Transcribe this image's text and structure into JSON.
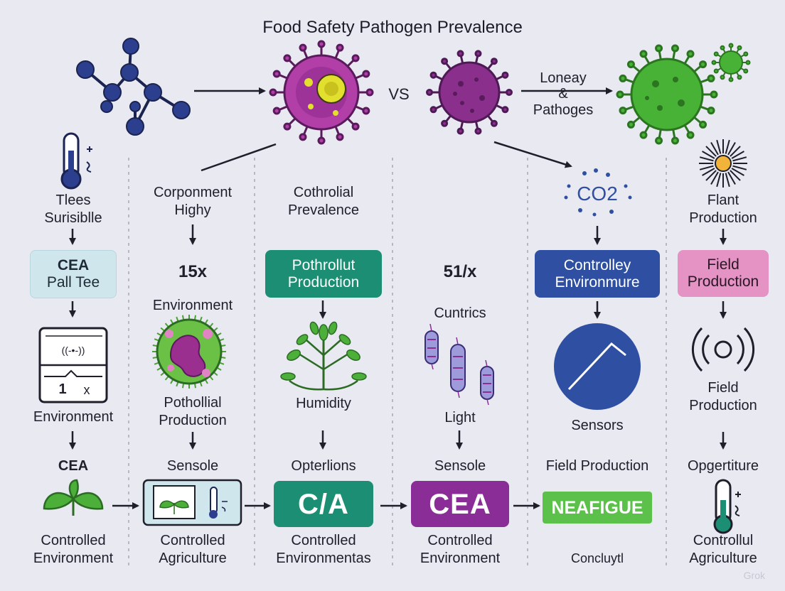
{
  "title": "Food Safety Pathogen Prevalence",
  "header": {
    "vs": "VS",
    "side_label_1": "Loneay",
    "side_label_2": "&",
    "side_label_3": "Pathoges"
  },
  "col1": {
    "top_1": "Tlees",
    "top_2": "Surisiblle",
    "box_1": "CEA",
    "box_2": "Pall Tee",
    "card_symbol": "((-•-))",
    "card_1": "1",
    "card_x": "x",
    "env": "Environment",
    "cea": "CEA",
    "bottom_1": "Controlled",
    "bottom_2": "Environment"
  },
  "col2": {
    "top_1": "Corponment",
    "top_2": "Highy",
    "mult": "15x",
    "env": "Environment",
    "mid_1": "Pothollial",
    "mid_2": "Production",
    "sensole": "Sensole",
    "bottom_1": "Controlled",
    "bottom_2": "Agriculture"
  },
  "col3": {
    "top_1": "Cothrolial",
    "top_2": "Prevalence",
    "box_1": "Pothrollut",
    "box_2": "Production",
    "humidity": "Humidity",
    "options": "Opterlions",
    "big_box": "C/A",
    "bottom_1": "Controlled",
    "bottom_2": "Environmentas"
  },
  "col4": {
    "mult": "51/x",
    "cuntrics": "Cuntrics",
    "light": "Light",
    "sensole": "Sensole",
    "big_box": "CEA",
    "bottom_1": "Controlled",
    "bottom_2": "Environment"
  },
  "col5": {
    "co2": "CO2",
    "box_1": "Controlley",
    "box_2": "Environmure",
    "sensors": "Sensors",
    "field_production": "Field Production",
    "badge": "NEAFIGUE",
    "bottom": "Concluytl"
  },
  "col6": {
    "top_1": "Flant",
    "top_2": "Production",
    "box_1": "Field",
    "box_2": "Production",
    "mid_1": "Field",
    "mid_2": "Production",
    "opg": "Opgertiture",
    "bottom_1": "Controllul",
    "bottom_2": "Agriculture"
  },
  "watermark": "Grok",
  "colors": {
    "background": "#e8e9f1",
    "navy": "#2c3f8f",
    "teal": "#1c8e74",
    "blue": "#2f4fa2",
    "purple": "#8a2d96",
    "pink": "#e493c4",
    "green": "#5cc14a",
    "light_blue": "#cfe7ec"
  }
}
